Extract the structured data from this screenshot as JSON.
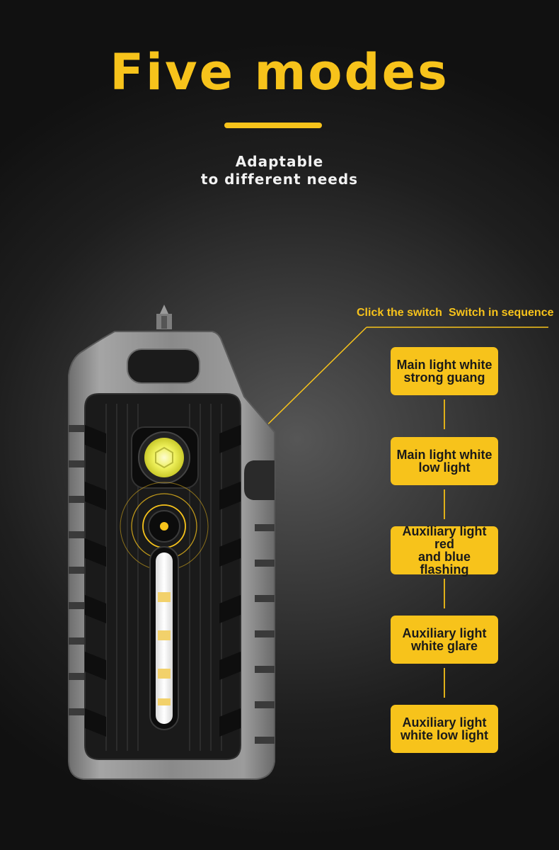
{
  "header": {
    "title": "Five modes",
    "subtitle_line1": "Adaptable",
    "subtitle_line2": "to different needs"
  },
  "sequence": {
    "label_click": "Click the switch",
    "label_sequence": "Switch in sequence",
    "modes": [
      {
        "line1": "Main light white",
        "line2": "strong guang"
      },
      {
        "line1": "Main light white",
        "line2": "low light"
      },
      {
        "line1": "Auxiliary light red",
        "line2": "and blue flashing"
      },
      {
        "line1": "Auxiliary light",
        "line2": "white glare"
      },
      {
        "line1": "Auxiliary light",
        "line2": "white low light"
      }
    ]
  },
  "colors": {
    "accent": "#f7c31b",
    "background": "#1e1e1e",
    "body_gray": "#8c8c8c",
    "grip_black": "#1a1a1a"
  }
}
